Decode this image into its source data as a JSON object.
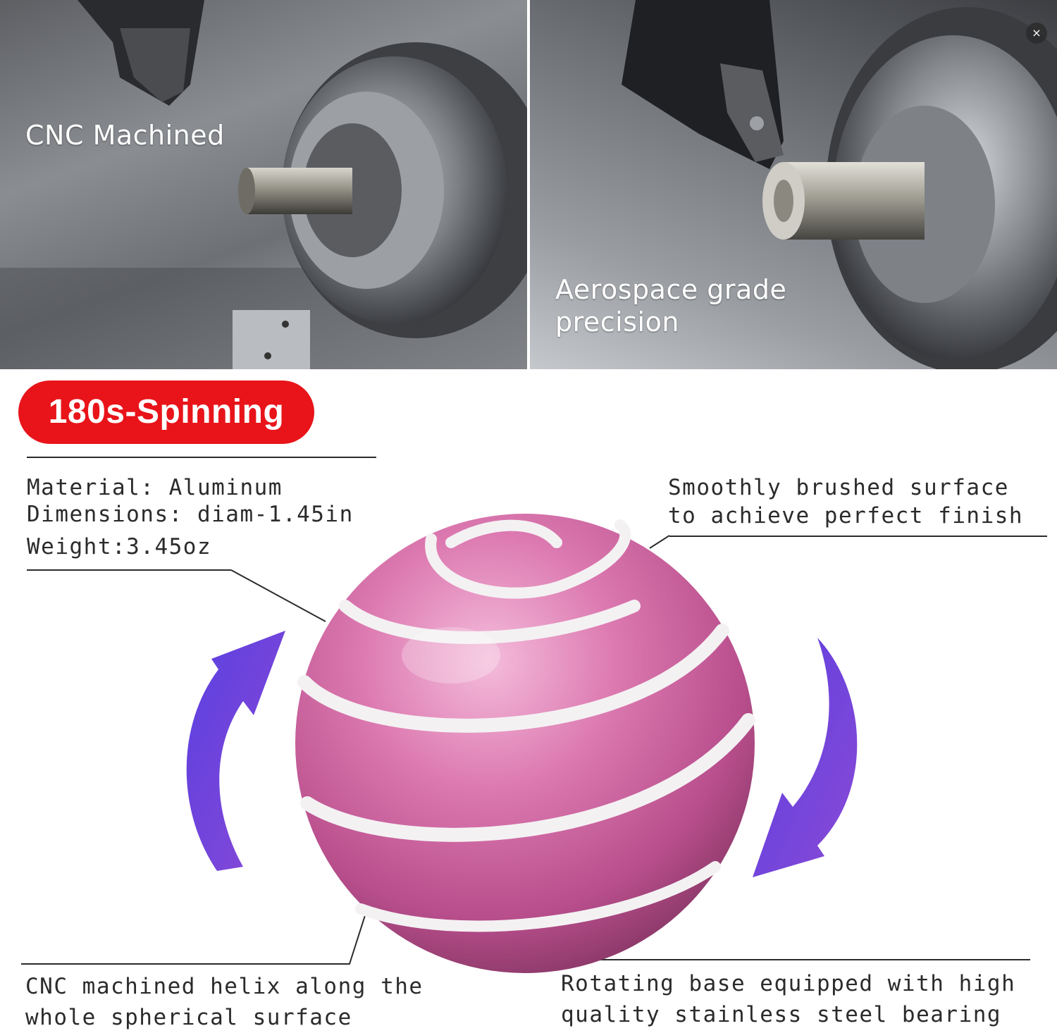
{
  "photos": {
    "left_caption": "CNC Machined",
    "right_caption_line1": "Aerospace grade",
    "right_caption_line2": "precision",
    "close_symbol": "×"
  },
  "badge": {
    "label": "180s-Spinning",
    "color": "#e8141a"
  },
  "specs": {
    "material": "Material: Aluminum",
    "dimensions": "Dimensions: diam-1.45in",
    "weight": "Weight:3.45oz"
  },
  "callouts": {
    "surface_line1": "Smoothly brushed surface",
    "surface_line2": "to achieve perfect finish",
    "helix_line1": "CNC machined helix along the",
    "helix_line2": "whole spherical surface",
    "base_line1": "Rotating base equipped with high",
    "base_line2": "quality stainless steel bearing"
  },
  "colors": {
    "sphere": "#d86aa6",
    "arrows": "#6a3fd9"
  }
}
